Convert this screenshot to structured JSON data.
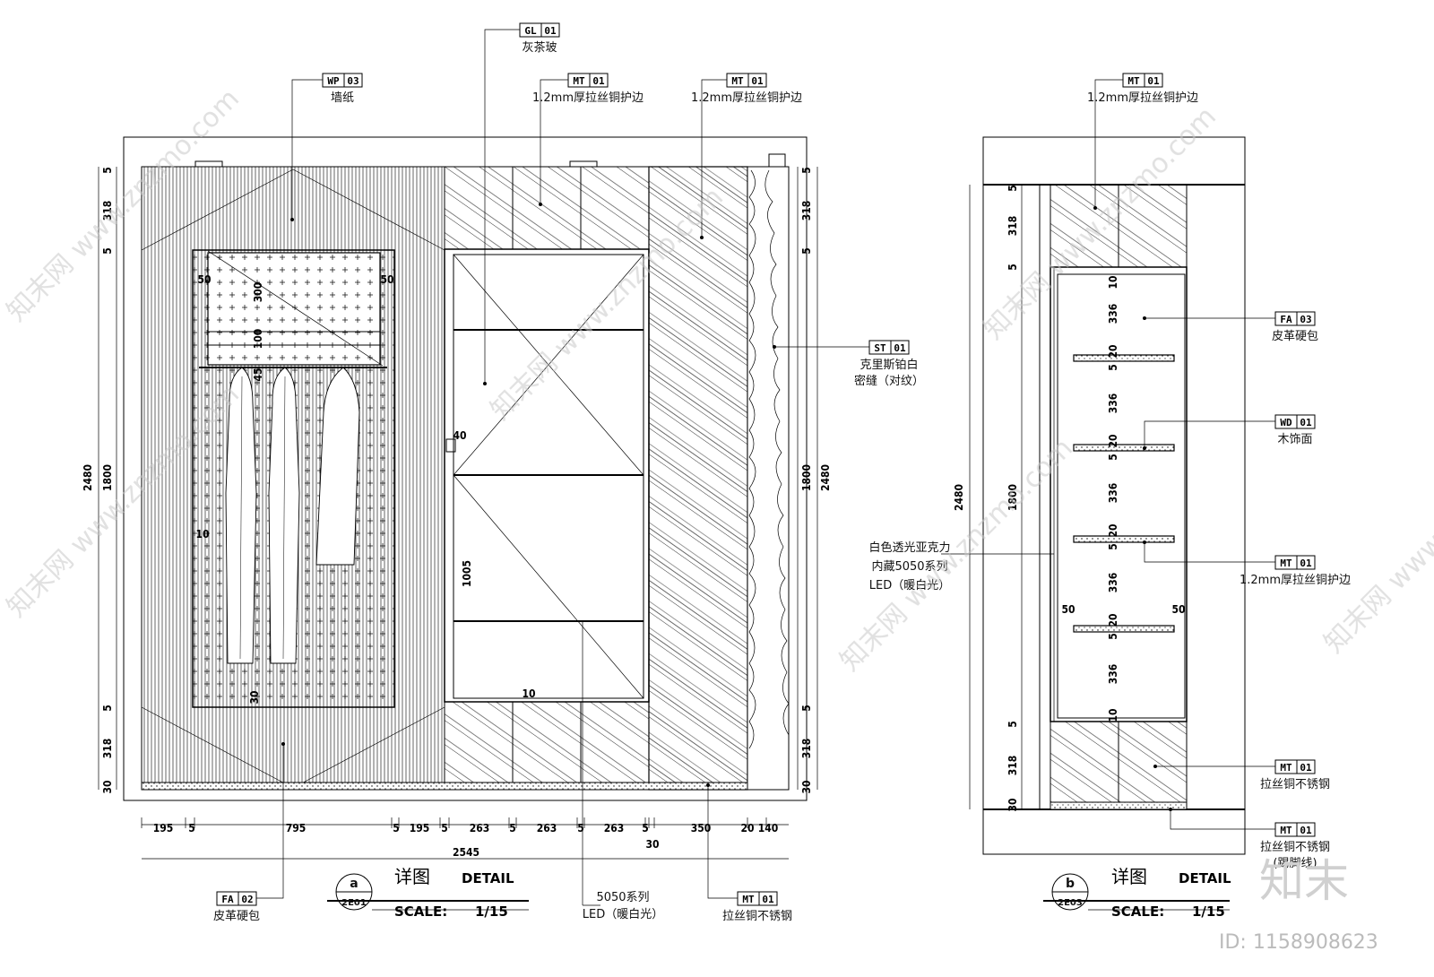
{
  "drawing_a": {
    "detail_number": "a",
    "sheet_ref": "2E01",
    "title_cn": "详图",
    "title_en": "DETAIL",
    "scale_label": "SCALE:",
    "scale_value": "1/15",
    "tags": [
      {
        "code": "GL",
        "num": "01",
        "desc": "灰茶玻"
      },
      {
        "code": "WP",
        "num": "03",
        "desc": "墙纸"
      },
      {
        "code": "MT",
        "num": "01",
        "desc": "1.2mm厚拉丝铜护边"
      },
      {
        "code": "MT",
        "num": "01",
        "desc": "1.2mm厚拉丝铜护边"
      },
      {
        "code": "ST",
        "num": "01",
        "desc": "克里斯铂白",
        "desc2": "密缝（对纹）"
      },
      {
        "code": "FA",
        "num": "02",
        "desc": "皮革硬包"
      },
      {
        "code": "MT",
        "num": "01",
        "desc": "拉丝铜不锈钢"
      }
    ],
    "led_note": [
      "5050系列",
      "LED（暖白光）"
    ],
    "bottom_dims": [
      "195",
      "5",
      "795",
      "5",
      "195",
      "5",
      "263",
      "5",
      "263",
      "5",
      "263",
      "5",
      "30",
      "350",
      "20",
      "140"
    ],
    "total_width": "2545",
    "left_dims": [
      "5",
      "318",
      "5",
      "1800",
      "5",
      "318",
      "30"
    ],
    "overall_height": "2480",
    "right_dims": [
      "5",
      "318",
      "5",
      "1800",
      "5",
      "318",
      "30"
    ],
    "inner_dims": [
      "50",
      "50",
      "300",
      "100",
      "45",
      "10",
      "30",
      "40",
      "1005",
      "10"
    ]
  },
  "drawing_b": {
    "detail_number": "b",
    "sheet_ref": "2E03",
    "title_cn": "详图",
    "title_en": "DETAIL",
    "scale_label": "SCALE:",
    "scale_value": "1/15",
    "tags": [
      {
        "code": "MT",
        "num": "01",
        "desc": "1.2mm厚拉丝铜护边"
      },
      {
        "code": "FA",
        "num": "03",
        "desc": "皮革硬包"
      },
      {
        "code": "WD",
        "num": "01",
        "desc": "木饰面"
      },
      {
        "code": "MT",
        "num": "01",
        "desc": "1.2mm厚拉丝铜护边"
      },
      {
        "code": "MT",
        "num": "01",
        "desc": "拉丝铜不锈钢"
      },
      {
        "code": "MT",
        "num": "01",
        "desc": "拉丝铜不锈钢",
        "desc2": "(踢脚线)"
      }
    ],
    "left_note": [
      "白色透光亚克力",
      "内藏5050系列",
      "LED（暖白光）"
    ],
    "left_dims": [
      "5",
      "318",
      "5",
      "1800",
      "5",
      "318",
      "30"
    ],
    "overall_height": "2480",
    "shelf_dims": [
      "10",
      "336",
      "20",
      "5",
      "336",
      "20",
      "5",
      "336",
      "20",
      "5",
      "336",
      "20",
      "5",
      "336",
      "10"
    ],
    "shelf_side_dims": [
      "50",
      "50"
    ]
  },
  "watermarks": {
    "brand": "知末网 www.znzmo.com",
    "logo": "知末",
    "id": "ID: 1158908623"
  }
}
